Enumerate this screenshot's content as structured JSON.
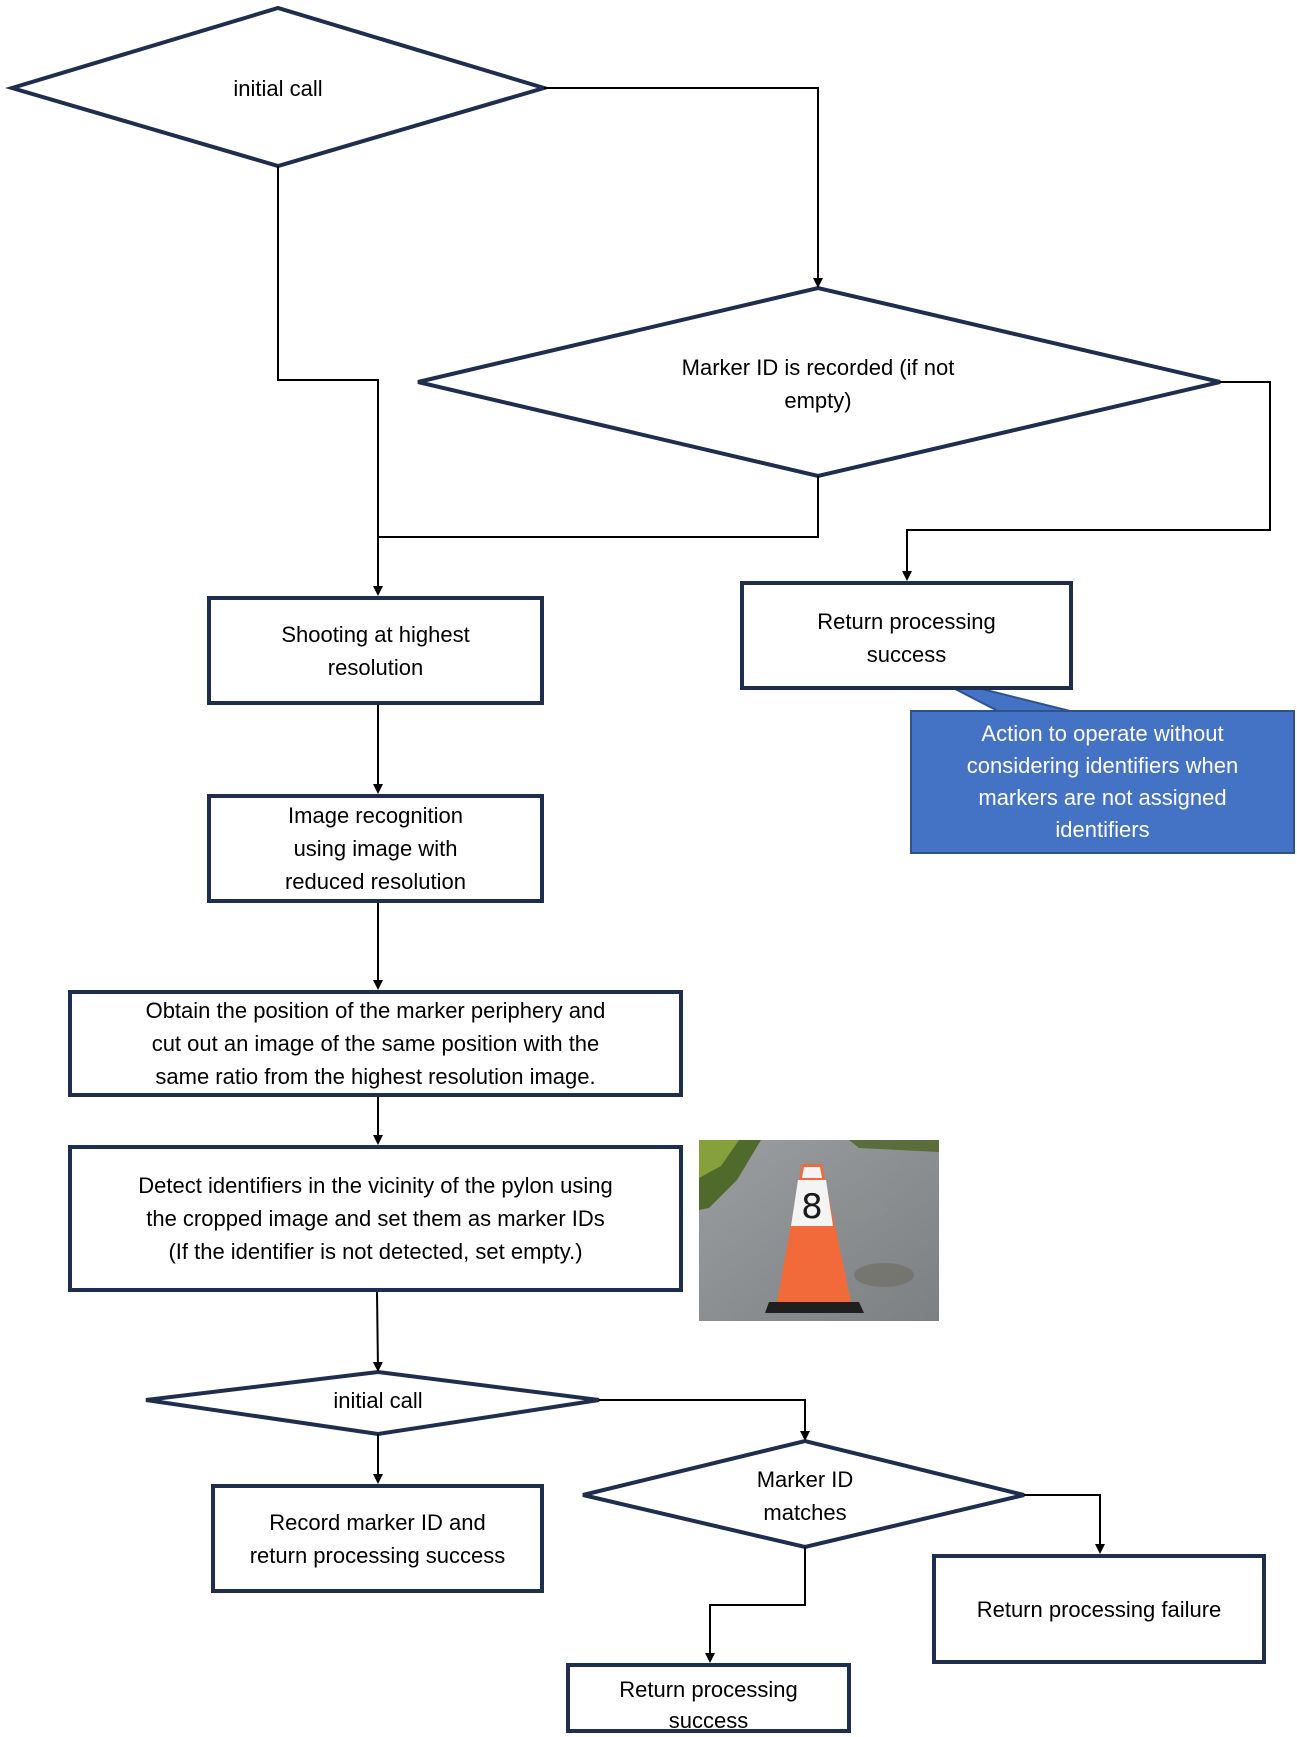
{
  "diagram": {
    "decisions": {
      "initial_call_top": {
        "label": "initial call"
      },
      "marker_id_recorded": {
        "lines": [
          "Marker ID is recorded (if not",
          "empty)"
        ]
      },
      "initial_call_bottom": {
        "label": "initial call"
      },
      "marker_id_matches": {
        "lines": [
          "Marker ID",
          "matches"
        ]
      }
    },
    "processes": {
      "shooting": {
        "lines": [
          "Shooting at highest",
          "resolution"
        ]
      },
      "image_recognition": {
        "lines": [
          "Image recognition",
          "using image with",
          "reduced resolution"
        ]
      },
      "obtain_position": {
        "lines": [
          "Obtain the position of the marker periphery and",
          "cut out an image of the same position with the",
          "same ratio from the highest resolution image."
        ]
      },
      "detect_identifiers": {
        "lines": [
          "Detect identifiers in the vicinity of the pylon using",
          "the cropped image and set them as marker IDs",
          "(If the identifier is not detected, set empty.)"
        ]
      },
      "return_success_top": {
        "lines": [
          "Return processing",
          "success"
        ]
      },
      "record_marker_id": {
        "lines": [
          "Record marker ID and",
          "return processing success"
        ]
      },
      "return_failure": {
        "lines": [
          "Return processing failure"
        ]
      },
      "return_success_bottom": {
        "lines": [
          "Return processing",
          "success"
        ]
      }
    },
    "callout": {
      "lines": [
        "Action to operate without",
        "considering identifiers when",
        "markers are not assigned",
        "identifiers"
      ],
      "fill": "#4472c4",
      "border": "#2f528f"
    },
    "photo": {
      "cone_number": "8"
    },
    "colors": {
      "shape_border": "#1f2d4e",
      "connector": "#000000",
      "cone_orange": "#f26a3a",
      "road_gray": "#8a8e90"
    }
  }
}
